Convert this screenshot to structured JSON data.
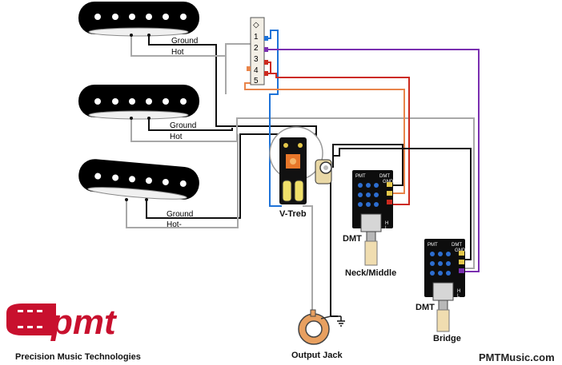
{
  "pickups": {
    "neck": {
      "ground_label": "Ground",
      "hot_label": "Hot"
    },
    "middle": {
      "ground_label": "Ground",
      "hot_label": "Hot"
    },
    "bridge": {
      "ground_label": "Ground",
      "hot_label": "Hot-"
    }
  },
  "switch": {
    "pin_labels": [
      "◇",
      "1",
      "2",
      "3",
      "4",
      "5"
    ]
  },
  "vtreb": {
    "label": "V-Treb"
  },
  "dmt_neck": {
    "label": "DMT",
    "caption": "Neck/Middle",
    "board_left": "PMT",
    "board_right": "DMT",
    "pin_gnd": "GND",
    "pin_h": "H",
    "pin_l": "L"
  },
  "dmt_bridge": {
    "label": "DMT",
    "caption": "Bridge",
    "board_left": "PMT",
    "board_right": "DMT",
    "pin_gnd": "GND",
    "pin_h": "H",
    "pin_l": "L"
  },
  "jack": {
    "label": "Output Jack"
  },
  "brand": {
    "logo_text": "pmt",
    "company": "Precision Music Technologies",
    "website": "PMTMusic.com"
  },
  "colors": {
    "ground_black": "#111111",
    "hot_gray": "#a8a8a8",
    "blue": "#1e73d8",
    "purple": "#7a2fb0",
    "red": "#cc2a1e",
    "orange": "#e8844a",
    "brand_red": "#c8102e"
  }
}
